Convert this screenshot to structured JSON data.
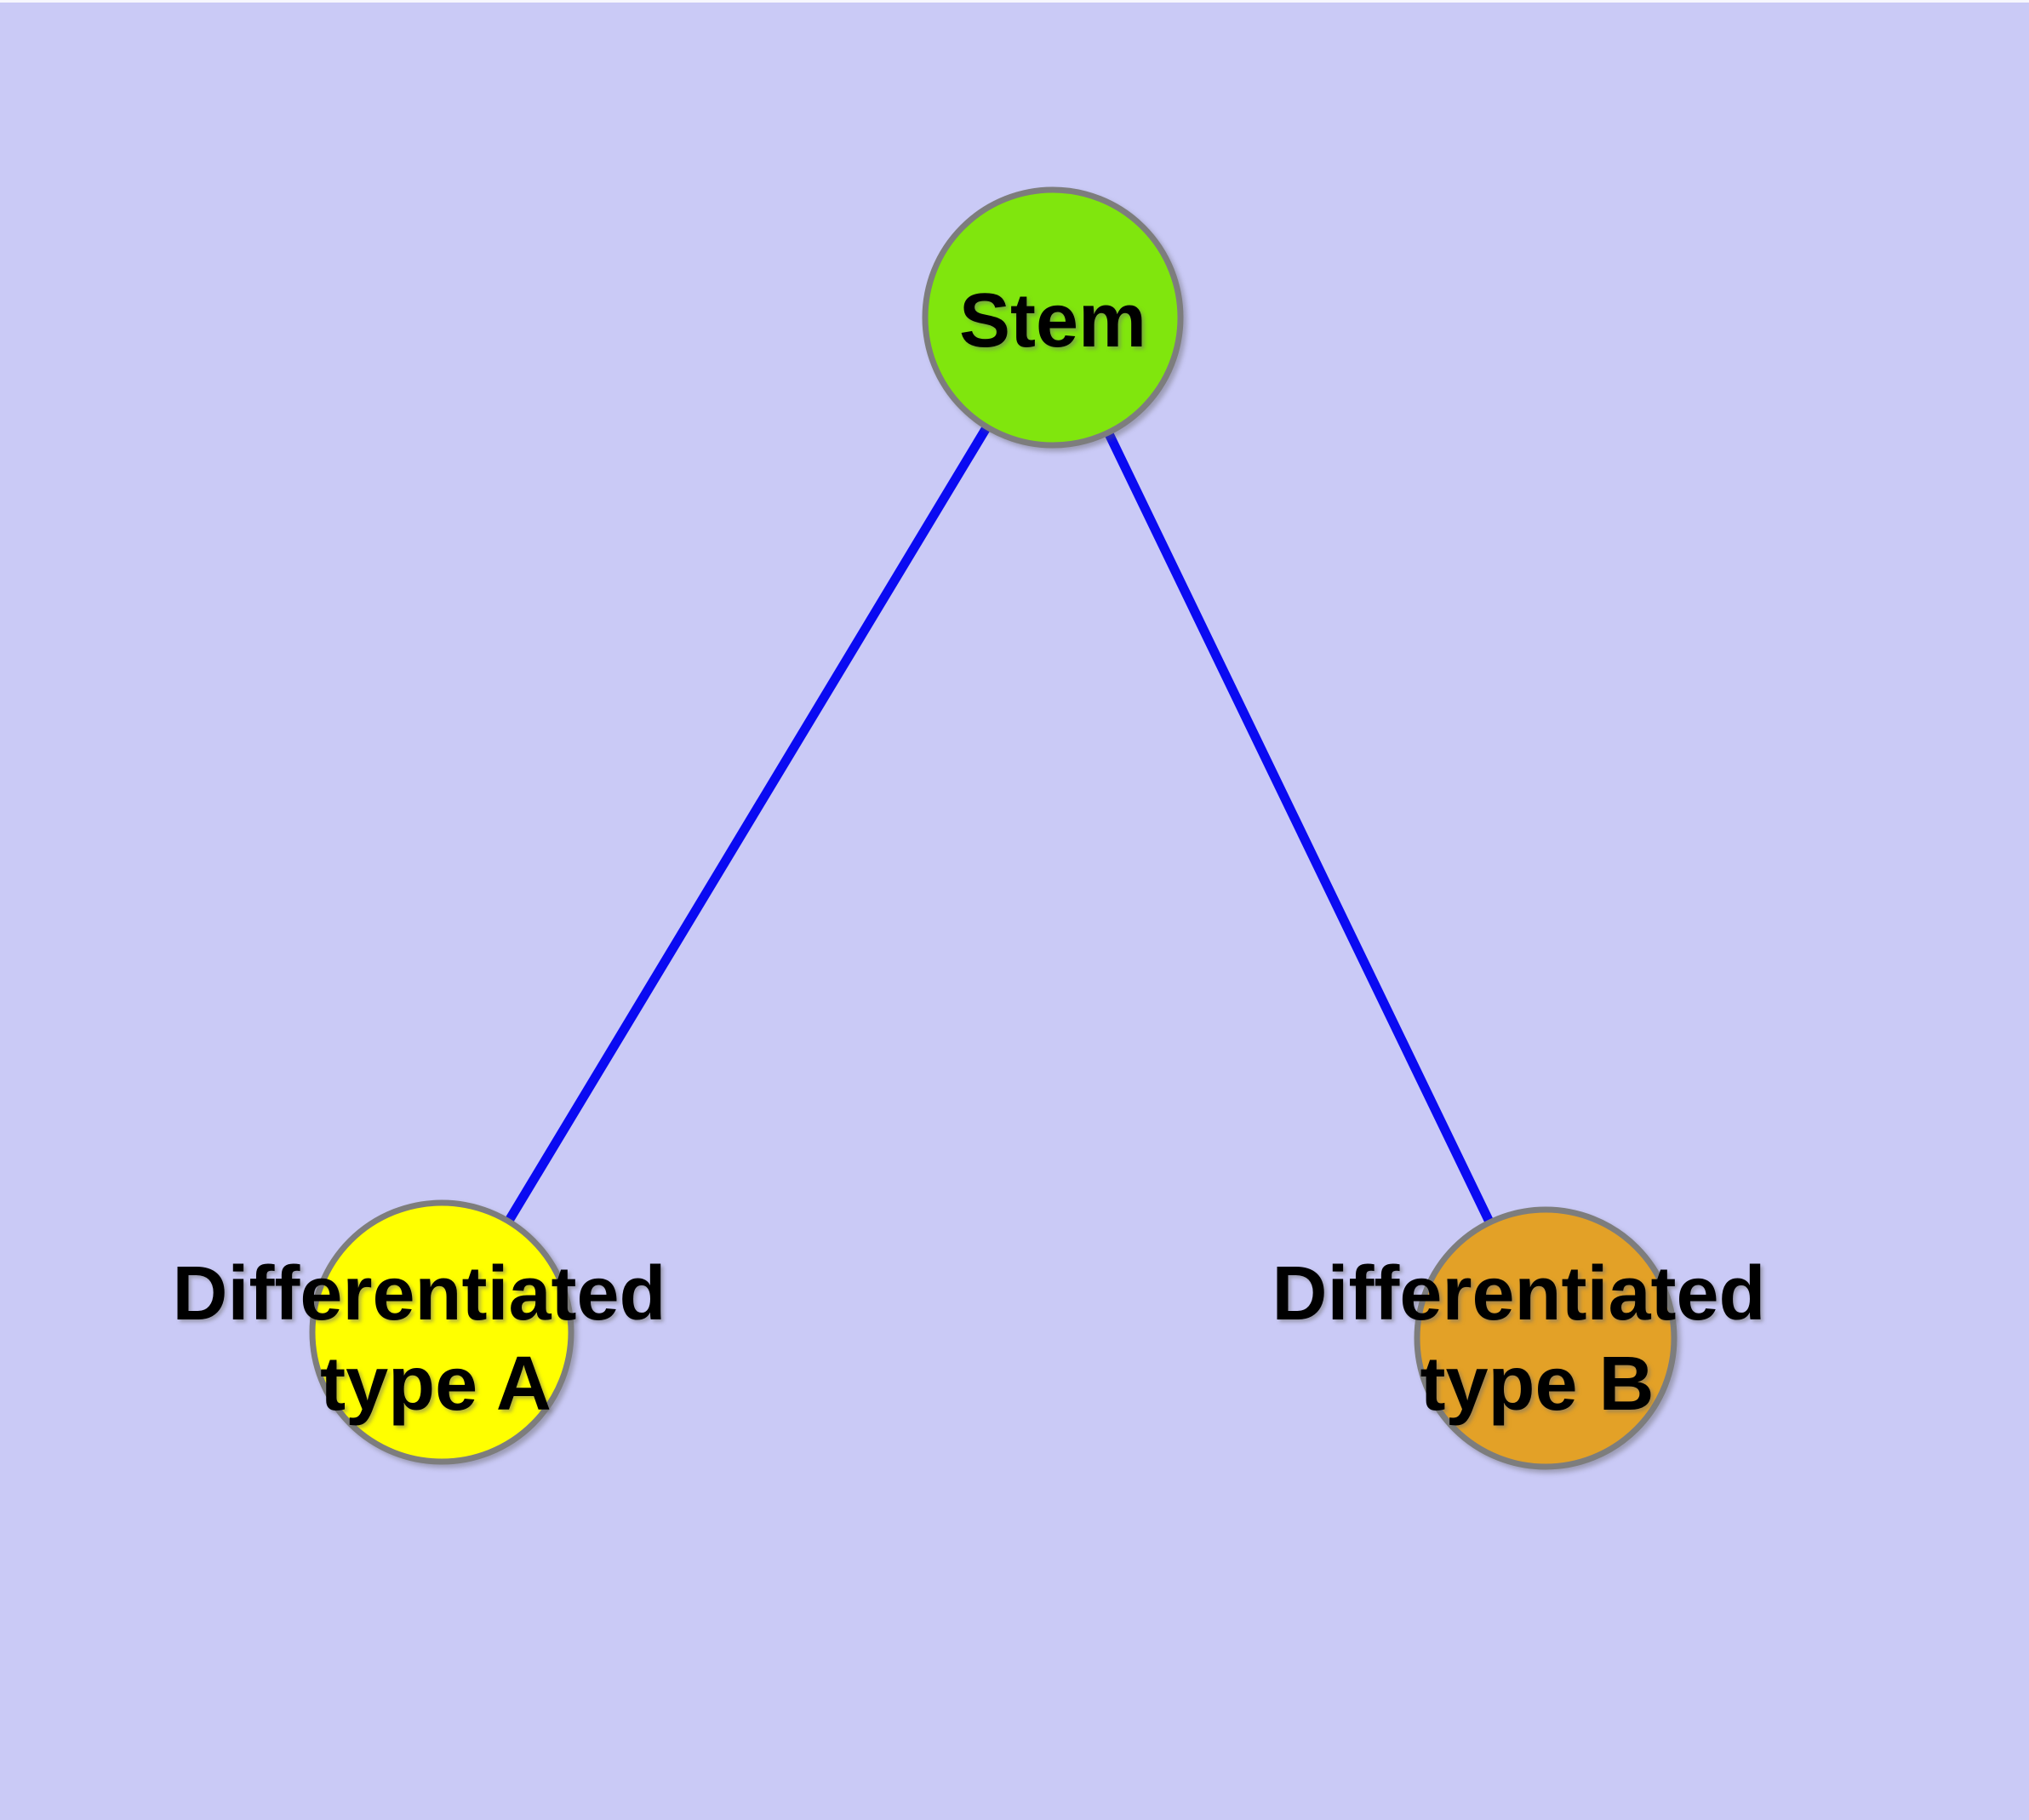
{
  "diagram": {
    "background_color": "#cacaf6",
    "frame_highlight_color": "#ffffff",
    "edge_color": "#0a0af2",
    "node_border_color": "#7d7d7d",
    "label_color": "#000000",
    "nodes": [
      {
        "id": "stem",
        "label": "Stem",
        "fill_color": "#80e60d"
      },
      {
        "id": "differentiated-type-a",
        "label": "Differentiated type A",
        "label_line1": "Differentiated",
        "label_line2": "type A",
        "fill_color": "#ffff00"
      },
      {
        "id": "differentiated-type-b",
        "label": "Differentiated type B",
        "label_line1": "Differentiated",
        "label_line2": "type B",
        "fill_color": "#e3a127"
      }
    ],
    "edges": [
      {
        "from": "Stem",
        "to": "Differentiated type A"
      },
      {
        "from": "Stem",
        "to": "Differentiated type B"
      }
    ]
  }
}
